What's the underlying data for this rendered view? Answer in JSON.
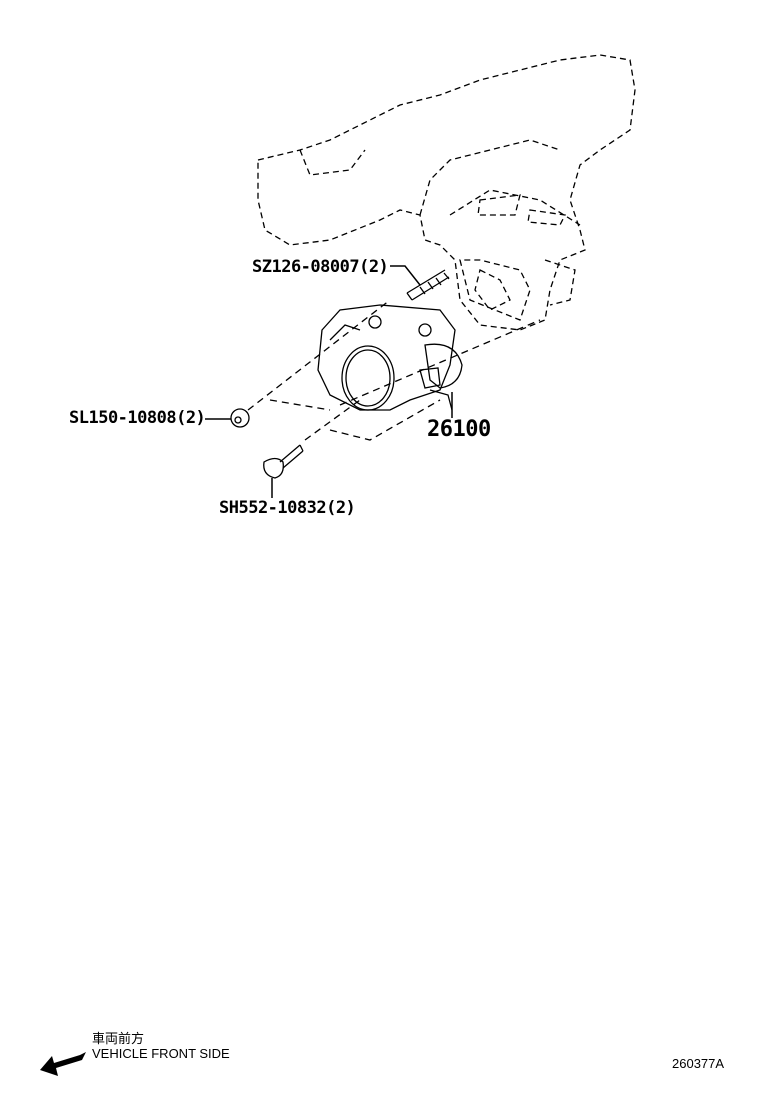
{
  "callouts": {
    "stud": "SZ126-08007(2)",
    "nut": "SL150-10808(2)",
    "bolt": "SH552-10832(2)",
    "throttle_body": "26100"
  },
  "footer": {
    "direction_jp": "車両前方",
    "direction_en": "VEHICLE FRONT SIDE",
    "diagram_code": "260377A",
    "arrow_icon": "arrow-down-left-icon"
  },
  "colors": {
    "line": "#000000",
    "background": "#ffffff"
  }
}
